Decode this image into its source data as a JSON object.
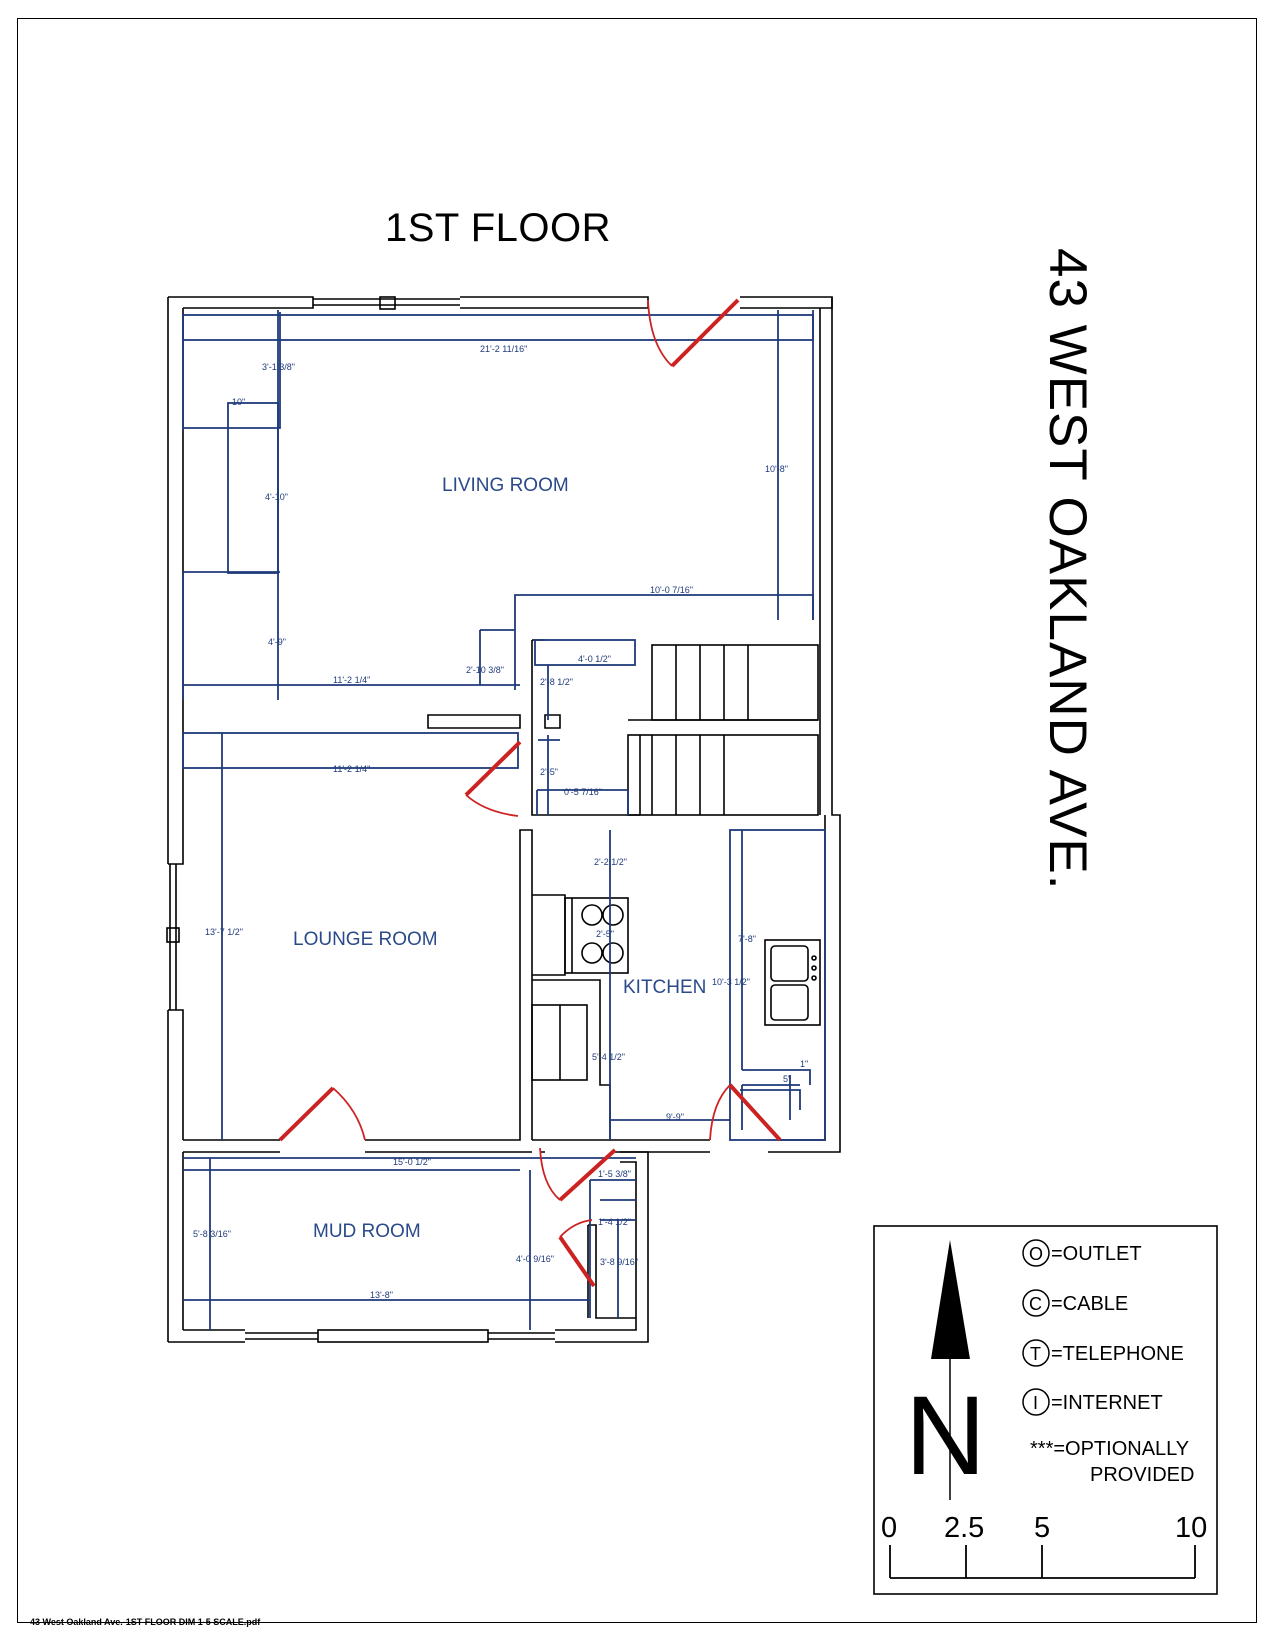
{
  "title": "1ST FLOOR",
  "address": "43 WEST OAKLAND AVE.",
  "footer_filename": "43 West Oakland Ave.-1ST FLOOR DIM 1-5 SCALE.pdf",
  "colors": {
    "walls": "#000000",
    "dimensions": "#1f3a7a",
    "doors": "#cc2222",
    "room_labels": "#2b4a8a"
  },
  "rooms": {
    "living": "LIVING ROOM",
    "lounge": "LOUNGE ROOM",
    "kitchen": "KITCHEN",
    "mud": "MUD ROOM"
  },
  "dimensions": {
    "d1": "21'-2 11/16\"",
    "d2": "3'-1 3/8\"",
    "d3": "10\"",
    "d4": "4'-10\"",
    "d5": "10'-8\"",
    "d6": "10'-0 7/16\"",
    "d7": "4'-9\"",
    "d8": "11'-2 1/4\"",
    "d9": "2'-10 3/8\"",
    "d10": "4'-0 1/2\"",
    "d11": "2'-8 1/2\"",
    "d12": "11'-2 1/4\"",
    "d13": "2'-5\"",
    "d14": "0'-5 7/16\"",
    "d15": "2'-2 1/2\"",
    "d16": "13'-7 1/2\"",
    "d17": "2'-5\"",
    "d18": "7'-8\"",
    "d19": "10'-3 1/2\"",
    "d20": "5'-4 1/2\"",
    "d21": "1\"",
    "d22": "5\"",
    "d23": "9'-9\"",
    "d24": "15'-0 1/2\"",
    "d25": "1'-5 3/8\"",
    "d26": "1'-4 1/2\"",
    "d27": "5'-8 3/16\"",
    "d28": "4'-0 9/16\"",
    "d29": "3'-8 9/16\"",
    "d30": "13'-8\""
  },
  "legend": {
    "north": "N",
    "outlet_symbol": "O",
    "outlet": "=OUTLET",
    "cable_symbol": "C",
    "cable": "=CABLE",
    "telephone_symbol": "T",
    "telephone": "=TELEPHONE",
    "internet_symbol": "I",
    "internet": "=INTERNET",
    "optional_line1": "***=OPTIONALLY",
    "optional_line2": "PROVIDED",
    "scale_ticks": [
      "0",
      "2.5",
      "5",
      "10"
    ]
  }
}
